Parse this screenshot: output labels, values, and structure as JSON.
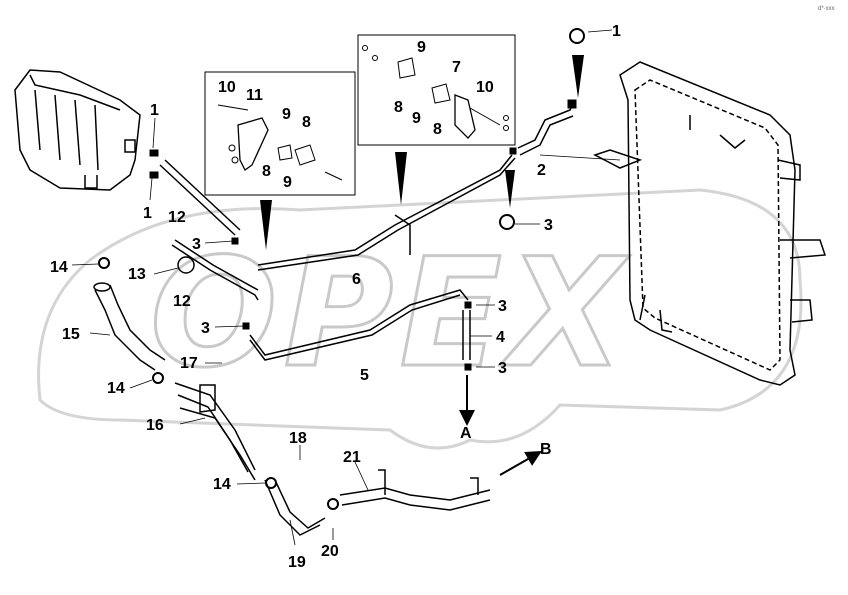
{
  "diagram": {
    "corner_code": "d*·xxx",
    "watermark": "OPEX",
    "callouts": [
      {
        "id": "c1a",
        "text": "1"
      },
      {
        "id": "c1b",
        "text": "1"
      },
      {
        "id": "c1c",
        "text": "1"
      },
      {
        "id": "c2",
        "text": "2"
      },
      {
        "id": "c3a",
        "text": "3"
      },
      {
        "id": "c3b",
        "text": "3"
      },
      {
        "id": "c3c",
        "text": "3"
      },
      {
        "id": "c3d",
        "text": "3"
      },
      {
        "id": "c3e",
        "text": "3"
      },
      {
        "id": "c4",
        "text": "4"
      },
      {
        "id": "c5",
        "text": "5"
      },
      {
        "id": "c6",
        "text": "6"
      },
      {
        "id": "c7",
        "text": "7"
      },
      {
        "id": "c8a",
        "text": "8"
      },
      {
        "id": "c8b",
        "text": "8"
      },
      {
        "id": "c8c",
        "text": "8"
      },
      {
        "id": "c8d",
        "text": "8"
      },
      {
        "id": "c9a",
        "text": "9"
      },
      {
        "id": "c9b",
        "text": "9"
      },
      {
        "id": "c9c",
        "text": "9"
      },
      {
        "id": "c9d",
        "text": "9"
      },
      {
        "id": "c10a",
        "text": "10"
      },
      {
        "id": "c10b",
        "text": "10"
      },
      {
        "id": "c11",
        "text": "11"
      },
      {
        "id": "c12a",
        "text": "12"
      },
      {
        "id": "c12b",
        "text": "12"
      },
      {
        "id": "c13",
        "text": "13"
      },
      {
        "id": "c14a",
        "text": "14"
      },
      {
        "id": "c14b",
        "text": "14"
      },
      {
        "id": "c14c",
        "text": "14"
      },
      {
        "id": "c15",
        "text": "15"
      },
      {
        "id": "c16",
        "text": "16"
      },
      {
        "id": "c17",
        "text": "17"
      },
      {
        "id": "c18",
        "text": "18"
      },
      {
        "id": "c19",
        "text": "19"
      },
      {
        "id": "c20",
        "text": "20"
      },
      {
        "id": "c21",
        "text": "21"
      },
      {
        "id": "cA",
        "text": "A"
      },
      {
        "id": "cB",
        "text": "B"
      }
    ]
  }
}
